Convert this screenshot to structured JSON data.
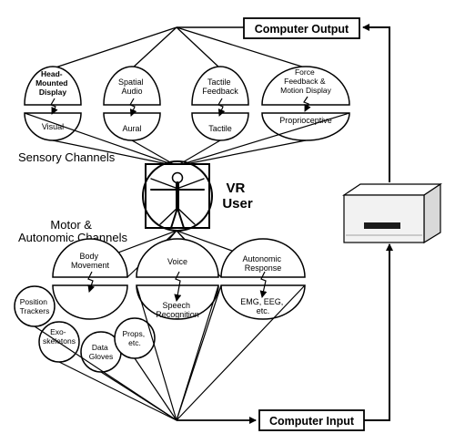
{
  "output_box": {
    "label": "Computer Output"
  },
  "input_box": {
    "label": "Computer Input"
  },
  "sensory": {
    "title": "Sensory Channels",
    "devices": [
      {
        "lines": [
          "Head-",
          "Mounted",
          "Display"
        ],
        "channel": "Visual"
      },
      {
        "lines": [
          "Spatial",
          "Audio"
        ],
        "channel": "Aural"
      },
      {
        "lines": [
          "Tactile",
          "Feedback"
        ],
        "channel": "Tactile"
      },
      {
        "lines": [
          "Force",
          "Feedback &",
          "Motion Display"
        ],
        "channel": "Proprioceptive"
      }
    ]
  },
  "user": {
    "lines": [
      "VR",
      "User"
    ]
  },
  "motor": {
    "title_lines": [
      "Motor &",
      "Autonomic Channels"
    ],
    "devices": [
      {
        "lines": [
          "Body",
          "Movement"
        ],
        "channel_lines": []
      },
      {
        "lines": [
          "Voice"
        ],
        "channel_lines": [
          "Speech",
          "Recognition"
        ]
      },
      {
        "lines": [
          "Autonomic",
          "Response"
        ],
        "channel_lines": [
          "EMG, EEG,",
          "etc."
        ]
      }
    ],
    "trackers": [
      {
        "lines": [
          "Position",
          "Trackers"
        ]
      },
      {
        "lines": [
          "Exo-",
          "skeletons"
        ]
      },
      {
        "lines": [
          "Data",
          "Gloves"
        ]
      },
      {
        "lines": [
          "Props,",
          "etc."
        ]
      }
    ]
  },
  "colors": {
    "ink": "#000000",
    "computer_face": "#f2f2f2",
    "computer_slot": "#1a1a1a"
  }
}
